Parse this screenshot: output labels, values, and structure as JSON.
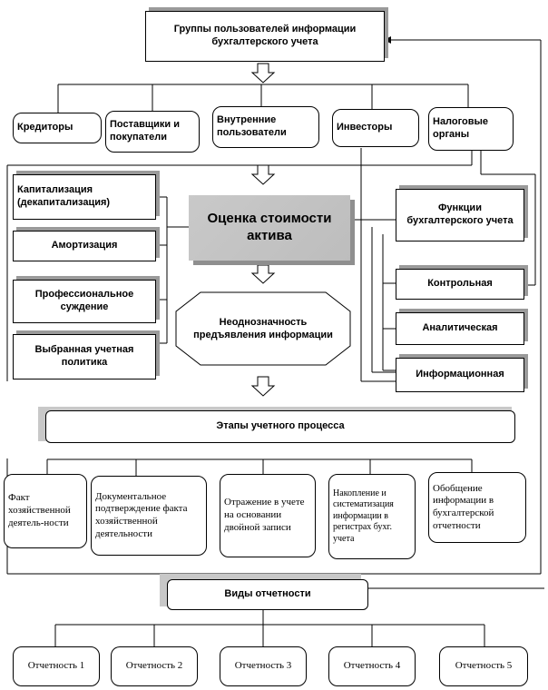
{
  "diagram": {
    "user_groups": {
      "title": "Группы пользователей информации бухгалтерского учета",
      "items": [
        "Кредиторы",
        "Поставщики и покупатели",
        "Внутренние пользователи",
        "Инвесторы",
        "Налоговые органы"
      ]
    },
    "factors": [
      "Капитализация (декапитализация)",
      "Амортизация",
      "Профессиональное суждение",
      "Выбранная учетная политика"
    ],
    "central": "Оценка стоимости актива",
    "ambiguity": "Неоднозначность предъявления информации",
    "functions": {
      "title": "Функции бухгалтерского учета",
      "items": [
        "Контрольная",
        "Аналитическая",
        "Информационная"
      ]
    },
    "stages": {
      "title": "Этапы учетного процесса",
      "items": [
        "Факт хозяйственной деятель-ности",
        "Документальное подтверждение факта хозяйственной деятельности",
        "Отражение в учете на основании двойной записи",
        "Накопление и систематизация информации в регистрах бухг. учета",
        "Обобщение информации в бухгалтерской отчетности"
      ]
    },
    "reports": {
      "title": "Виды отчетности",
      "items": [
        "Отчетность 1",
        "Отчетность 2",
        "Отчетность 3",
        "Отчетность 4",
        "Отчетность 5"
      ]
    }
  },
  "colors": {
    "box_fill": "#ffffff",
    "shadow": "#9a9a9a",
    "central_fill": "#c4c4c4",
    "line": "#000000"
  }
}
